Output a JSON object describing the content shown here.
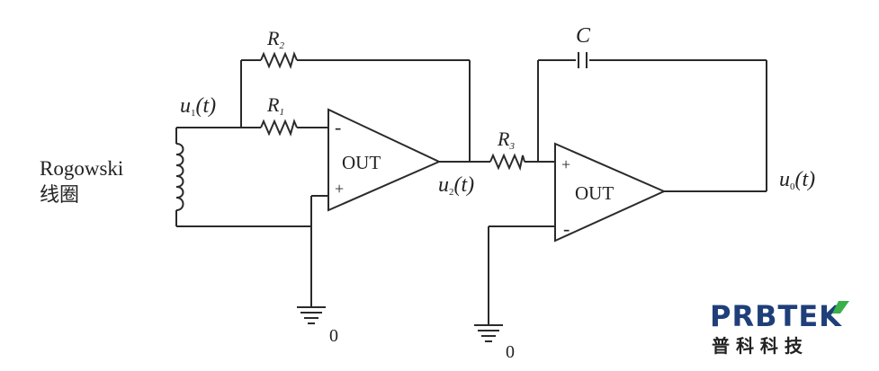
{
  "components": {
    "r2": {
      "name": "R",
      "sub": "2"
    },
    "r1": {
      "name": "R",
      "sub": "1"
    },
    "r3": {
      "name": "R",
      "sub": "3"
    },
    "c": {
      "name": "C"
    }
  },
  "signals": {
    "u1": {
      "base": "u",
      "sub": "1",
      "arg": "(t)"
    },
    "u2": {
      "base": "u",
      "sub": "2",
      "arg": "(t)"
    },
    "u0": {
      "base": "u",
      "sub": "0",
      "arg": "(t)"
    }
  },
  "coil": {
    "line1": "Rogowski",
    "line2": "线圈"
  },
  "opamps": {
    "first": {
      "label": "OUT",
      "top_pin": "-",
      "bottom_pin": "+"
    },
    "second": {
      "label": "OUT",
      "top_pin": "+",
      "bottom_pin": "-"
    }
  },
  "grounds": {
    "g1": "0",
    "g2": "0"
  },
  "logo": {
    "brand": "PRBTEK",
    "tagline": "普 科 科 技"
  },
  "colors": {
    "brand_blue": "#1f3f7a",
    "brand_green": "#3bb04a",
    "wire": "#2a2a2a"
  }
}
